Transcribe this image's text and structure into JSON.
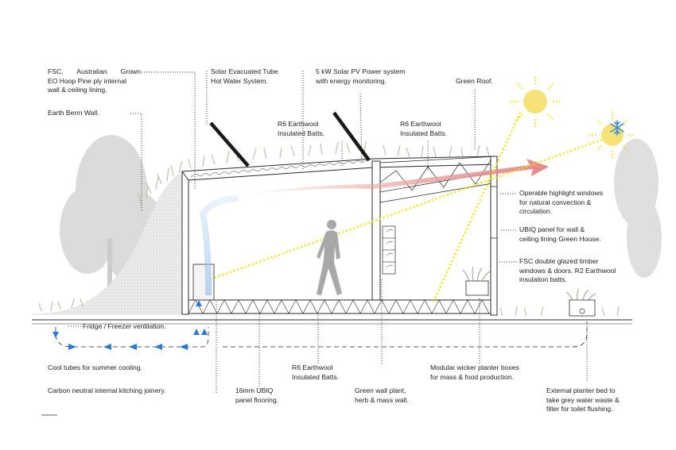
{
  "labels": {
    "fsc_hoop_pine": [
      "FSC,   Australian   Grown",
      "EO Hoop Pine ply internal",
      "wall & ceiling lining."
    ],
    "earth_berm": [
      "Earth Berm Wall."
    ],
    "solar_tube": [
      "Solar Evacuated Tube",
      "Hot Water System."
    ],
    "solar_pv": [
      "5 kW Solar PV Power system",
      "with energy monitoring."
    ],
    "green_roof": [
      "Green Roof."
    ],
    "r6_roof_left": [
      "R6 Earthwool",
      "Insulated Batts."
    ],
    "r6_roof_right": [
      "R6 Earthwool",
      "Insulated Batts."
    ],
    "highlight_windows": [
      "Operable highlight windows",
      "for natural convection &",
      "circulation."
    ],
    "ubiq_wall": [
      "UBIQ  panel  for  wall  &",
      "ceiling lining Green House."
    ],
    "fsc_double_glazed": [
      "FSC double glazed timber",
      "windows & doors. R2 Earthwool",
      "insulation batts."
    ],
    "fridge_vent": [
      "Fridge / Freezer ventilation."
    ],
    "cool_tubes": [
      "Cool tubes for summer cooling."
    ],
    "carbon_joinery": [
      "Carbon neutral internal kitching joinery."
    ],
    "ubiq_floor": [
      "16mm UBIQ",
      "panel flooring."
    ],
    "r6_floor": [
      "R6 Earthwool",
      "Insulated Batts."
    ],
    "green_wall": [
      "Green wall plant,",
      "herb & mass wall."
    ],
    "wicker_planters": [
      "Modular wicker planter boxes",
      "for mass & food production."
    ],
    "external_planter": [
      "External planter bed to",
      "take grey water waste &",
      "filter for toilet flushing."
    ]
  },
  "colors": {
    "sun": "#f7e27a",
    "sun_rays": "#f2e400",
    "warm_air": "#e8a0a0",
    "cool_air": "#2a7ad5",
    "snowflake": "#3a8fd8",
    "vegetation": "#bfc8b4",
    "tree": "#c9c9c9",
    "earth_berm": "#e9e9e9",
    "structure": "#2b2b2b"
  },
  "icons": [
    "sun-icon",
    "snowflake-icon",
    "person-silhouette-icon",
    "cool-air-arrow-icon",
    "warm-air-arrow-icon"
  ]
}
